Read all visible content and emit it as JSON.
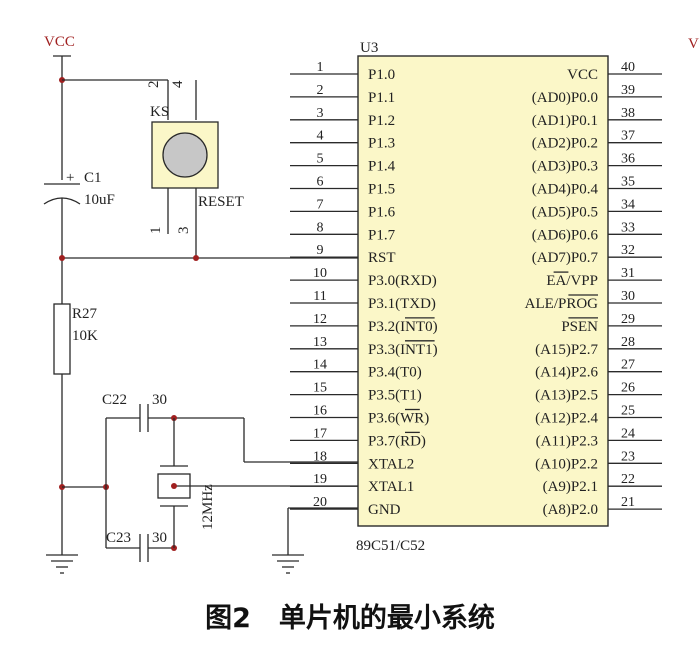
{
  "diagram": {
    "power_label": "VCC",
    "power_label_right": "V",
    "chip": {
      "ref": "U3",
      "part": "89C51/C52",
      "left_pins": [
        {
          "num": "1",
          "name": "P1.0"
        },
        {
          "num": "2",
          "name": "P1.1"
        },
        {
          "num": "3",
          "name": "P1.2"
        },
        {
          "num": "4",
          "name": "P1.3"
        },
        {
          "num": "5",
          "name": "P1.4"
        },
        {
          "num": "6",
          "name": "P1.5"
        },
        {
          "num": "7",
          "name": "P1.6"
        },
        {
          "num": "8",
          "name": "P1.7"
        },
        {
          "num": "9",
          "name": "RST"
        },
        {
          "num": "10",
          "name": "P3.0(RXD)"
        },
        {
          "num": "11",
          "name": "P3.1(TXD)"
        },
        {
          "num": "12",
          "name": "P3.2(INT0)"
        },
        {
          "num": "13",
          "name": "P3.3(INT1)"
        },
        {
          "num": "14",
          "name": "P3.4(T0)"
        },
        {
          "num": "15",
          "name": "P3.5(T1)"
        },
        {
          "num": "16",
          "name": "P3.6(WR)"
        },
        {
          "num": "17",
          "name": "P3.7(RD)"
        },
        {
          "num": "18",
          "name": "XTAL2"
        },
        {
          "num": "19",
          "name": "XTAL1"
        },
        {
          "num": "20",
          "name": "GND"
        }
      ],
      "right_pins": [
        {
          "num": "40",
          "name": "VCC"
        },
        {
          "num": "39",
          "name": "(AD0)P0.0"
        },
        {
          "num": "38",
          "name": "(AD1)P0.1"
        },
        {
          "num": "37",
          "name": "(AD2)P0.2"
        },
        {
          "num": "36",
          "name": "(AD3)P0.3"
        },
        {
          "num": "35",
          "name": "(AD4)P0.4"
        },
        {
          "num": "34",
          "name": "(AD5)P0.5"
        },
        {
          "num": "33",
          "name": "(AD6)P0.6"
        },
        {
          "num": "32",
          "name": "(AD7)P0.7"
        },
        {
          "num": "31",
          "name": "EA/VPP"
        },
        {
          "num": "30",
          "name": "ALE/PROG"
        },
        {
          "num": "29",
          "name": "PSEN"
        },
        {
          "num": "28",
          "name": "(A15)P2.7"
        },
        {
          "num": "27",
          "name": "(A14)P2.6"
        },
        {
          "num": "26",
          "name": "(A13)P2.5"
        },
        {
          "num": "25",
          "name": "(A12)P2.4"
        },
        {
          "num": "24",
          "name": "(A11)P2.3"
        },
        {
          "num": "23",
          "name": "(A10)P2.2"
        },
        {
          "num": "22",
          "name": "(A9)P2.1"
        },
        {
          "num": "21",
          "name": "(A8)P2.0"
        }
      ]
    },
    "components": {
      "c1_ref": "C1",
      "c1_value": "10uF",
      "c1_polarity": "+",
      "r27_ref": "R27",
      "r27_value": "10K",
      "c22_ref": "C22",
      "c22_value": "30",
      "c23_ref": "C23",
      "c23_value": "30",
      "crystal_value": "12MHz",
      "switch_ref": "KS",
      "switch_label": "RESET",
      "switch_pins": [
        "2",
        "4",
        "1",
        "3"
      ]
    },
    "caption_num": "图2",
    "caption_text": "单片机的最小系统"
  }
}
